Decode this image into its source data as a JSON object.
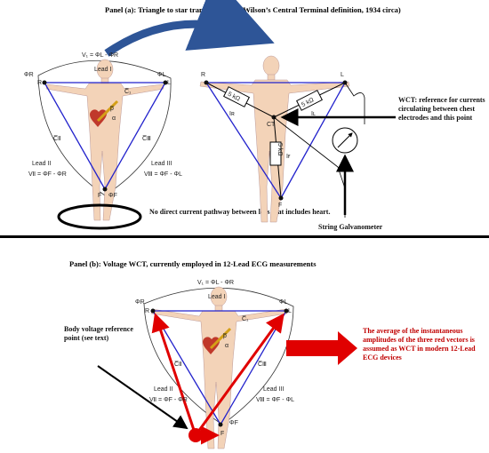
{
  "panel_a": {
    "title": "Panel (a): Triangle to star transformation (Wilson’s Central Terminal definition, 1934 circa)",
    "eq_top": "V₁ = ΦL - ΦR",
    "lead1": "Lead I",
    "lead2": "Lead II",
    "lead3": "Lead III",
    "eq_left": "VⅡ = ΦF - ΦR",
    "eq_right": "VⅢ = ΦF - ΦL",
    "phi_r": "ΦR",
    "phi_l": "ΦL",
    "phi_f": "ΦF",
    "R": "R",
    "L": "L",
    "F": "F",
    "c1": "C̅₁",
    "c2": "C̅Ⅱ",
    "c3": "C̅Ⅲ",
    "p": "p̅",
    "alpha": "α",
    "R2": "R",
    "L2": "L",
    "F2": "F",
    "r5k_1": "5 kΩ",
    "r5k_2": "5 kΩ",
    "r5k_3": "5 kΩ",
    "iR": "Iʀ",
    "iL": "Iʟ",
    "iF": "Iғ",
    "ct": "CT",
    "wct_note": "WCT: reference for currents circulating between chest electrodes and this point",
    "no_current": "No direct current pathway between legs that includes heart.",
    "galvanometer": "String Galvanometer"
  },
  "panel_b": {
    "title": "Panel (b): Voltage WCT, currently employed in 12-Lead ECG measurements",
    "eq_top": "V₁ = ΦL - ΦR",
    "lead1": "Lead I",
    "lead2": "Lead II",
    "lead3": "Lead III",
    "eq_left": "VⅡ = ΦF - ΦR",
    "eq_right": "VⅢ = ΦF - ΦL",
    "phi_r": "ΦR",
    "phi_l": "ΦL",
    "phi_f": "ΦF",
    "R": "R",
    "L": "L",
    "F": "F",
    "c1": "C̅₁",
    "c2": "C̅Ⅱ",
    "c3": "C̅Ⅲ",
    "p": "p̅",
    "alpha": "α",
    "body_ref": "Body voltage reference point (see text)",
    "avg_note": "The average of the instantaneous amplitudes of the three red vectors is assumed as WCT in modern 12-Lead ECG devices"
  },
  "colors": {
    "triangle": "#2222cc",
    "red": "#e00000",
    "skin": "#f3d3b8",
    "heart": "#c0392b",
    "arrow_blue": "#2e5597",
    "note_red": "#c00000"
  }
}
